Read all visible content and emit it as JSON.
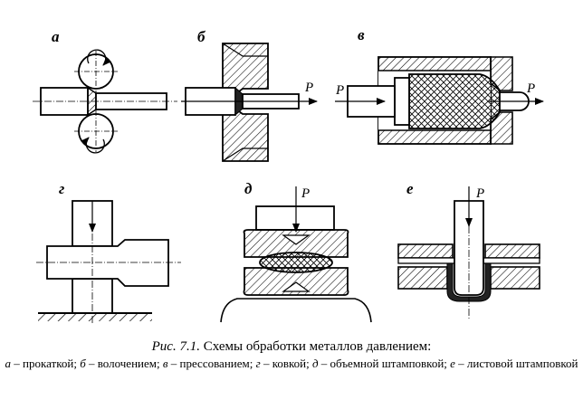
{
  "panels": {
    "a": {
      "label": "а"
    },
    "b": {
      "label": "б",
      "force": "P"
    },
    "v": {
      "label": "в",
      "force_left": "P",
      "force_right": "P"
    },
    "g": {
      "label": "г"
    },
    "d": {
      "label": "д",
      "force": "P"
    },
    "e": {
      "label": "е",
      "force": "P"
    }
  },
  "caption": {
    "fig_ref": "Рис. 7.1.",
    "title": "Схемы обработки металлов давлением:",
    "legend": [
      {
        "key": "а",
        "text": " – прокаткой; "
      },
      {
        "key": "б",
        "text": " – волочением; "
      },
      {
        "key": "в",
        "text": " – прессованием; "
      },
      {
        "key": "г",
        "text": " – ковкой; "
      },
      {
        "key": "д",
        "text": " – объемной штамповкой; "
      },
      {
        "key": "е",
        "text": " – листовой штамповкой"
      }
    ]
  }
}
